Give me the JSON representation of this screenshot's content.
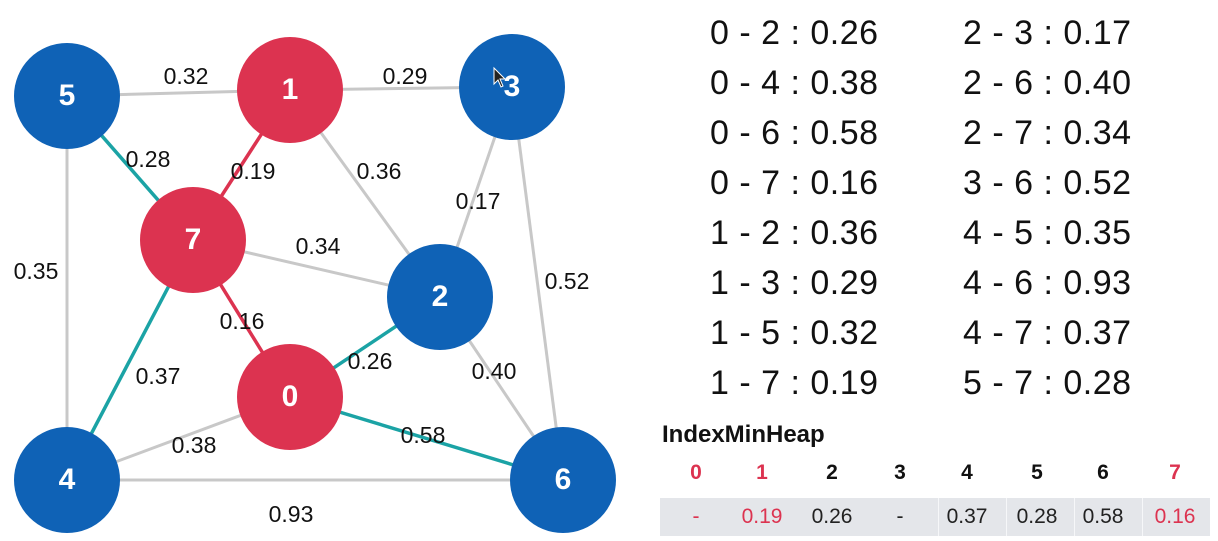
{
  "colors": {
    "red_node": "#dc3350",
    "blue_node": "#0f62b6",
    "gray_edge": "#c8c8c8",
    "red_edge": "#dc3350",
    "teal_edge": "#1ba3a5",
    "node_text": "#ffffff",
    "heap_bg": "#e4e6ea"
  },
  "graph": {
    "nodes": [
      {
        "id": "0",
        "color": "red"
      },
      {
        "id": "1",
        "color": "red"
      },
      {
        "id": "2",
        "color": "blue"
      },
      {
        "id": "3",
        "color": "blue"
      },
      {
        "id": "4",
        "color": "blue"
      },
      {
        "id": "5",
        "color": "blue"
      },
      {
        "id": "6",
        "color": "blue"
      },
      {
        "id": "7",
        "color": "red"
      }
    ],
    "edges": [
      {
        "from": "5",
        "to": "1",
        "weight": "0.32",
        "type": "gray"
      },
      {
        "from": "1",
        "to": "3",
        "weight": "0.29",
        "type": "gray"
      },
      {
        "from": "5",
        "to": "7",
        "weight": "0.28",
        "type": "teal"
      },
      {
        "from": "1",
        "to": "7",
        "weight": "0.19",
        "type": "red"
      },
      {
        "from": "1",
        "to": "2",
        "weight": "0.36",
        "type": "gray"
      },
      {
        "from": "3",
        "to": "2",
        "weight": "0.17",
        "type": "gray"
      },
      {
        "from": "3",
        "to": "6",
        "weight": "0.52",
        "type": "gray"
      },
      {
        "from": "5",
        "to": "4",
        "weight": "0.35",
        "type": "gray"
      },
      {
        "from": "7",
        "to": "2",
        "weight": "0.34",
        "type": "gray"
      },
      {
        "from": "7",
        "to": "0",
        "weight": "0.16",
        "type": "red"
      },
      {
        "from": "0",
        "to": "2",
        "weight": "0.26",
        "type": "teal"
      },
      {
        "from": "7",
        "to": "4",
        "weight": "0.37",
        "type": "teal"
      },
      {
        "from": "2",
        "to": "6",
        "weight": "0.40",
        "type": "gray"
      },
      {
        "from": "0",
        "to": "4",
        "weight": "0.38",
        "type": "gray"
      },
      {
        "from": "0",
        "to": "6",
        "weight": "0.58",
        "type": "teal"
      },
      {
        "from": "4",
        "to": "6",
        "weight": "0.93",
        "type": "gray"
      }
    ]
  },
  "edge_list": {
    "left": [
      "0 - 2 : 0.26",
      "0 - 4 : 0.38",
      "0 - 6 : 0.58",
      "0 - 7 : 0.16",
      "1 - 2 : 0.36",
      "1 - 3 : 0.29",
      "1 - 5 : 0.32",
      "1 - 7 : 0.19"
    ],
    "right": [
      "2 - 3 : 0.17",
      "2 - 6 : 0.40",
      "2 - 7 : 0.34",
      "3 - 6 : 0.52",
      "4 - 5 : 0.35",
      "4 - 6 : 0.93",
      "4 - 7 : 0.37",
      "5 - 7 : 0.28"
    ]
  },
  "heap": {
    "title": "IndexMinHeap",
    "indices": [
      "0",
      "1",
      "2",
      "3",
      "4",
      "5",
      "6",
      "7"
    ],
    "values": [
      "-",
      "0.19",
      "0.26",
      "-",
      "0.37",
      "0.28",
      "0.58",
      "0.16"
    ],
    "red_indices": [
      0,
      1,
      7
    ]
  }
}
